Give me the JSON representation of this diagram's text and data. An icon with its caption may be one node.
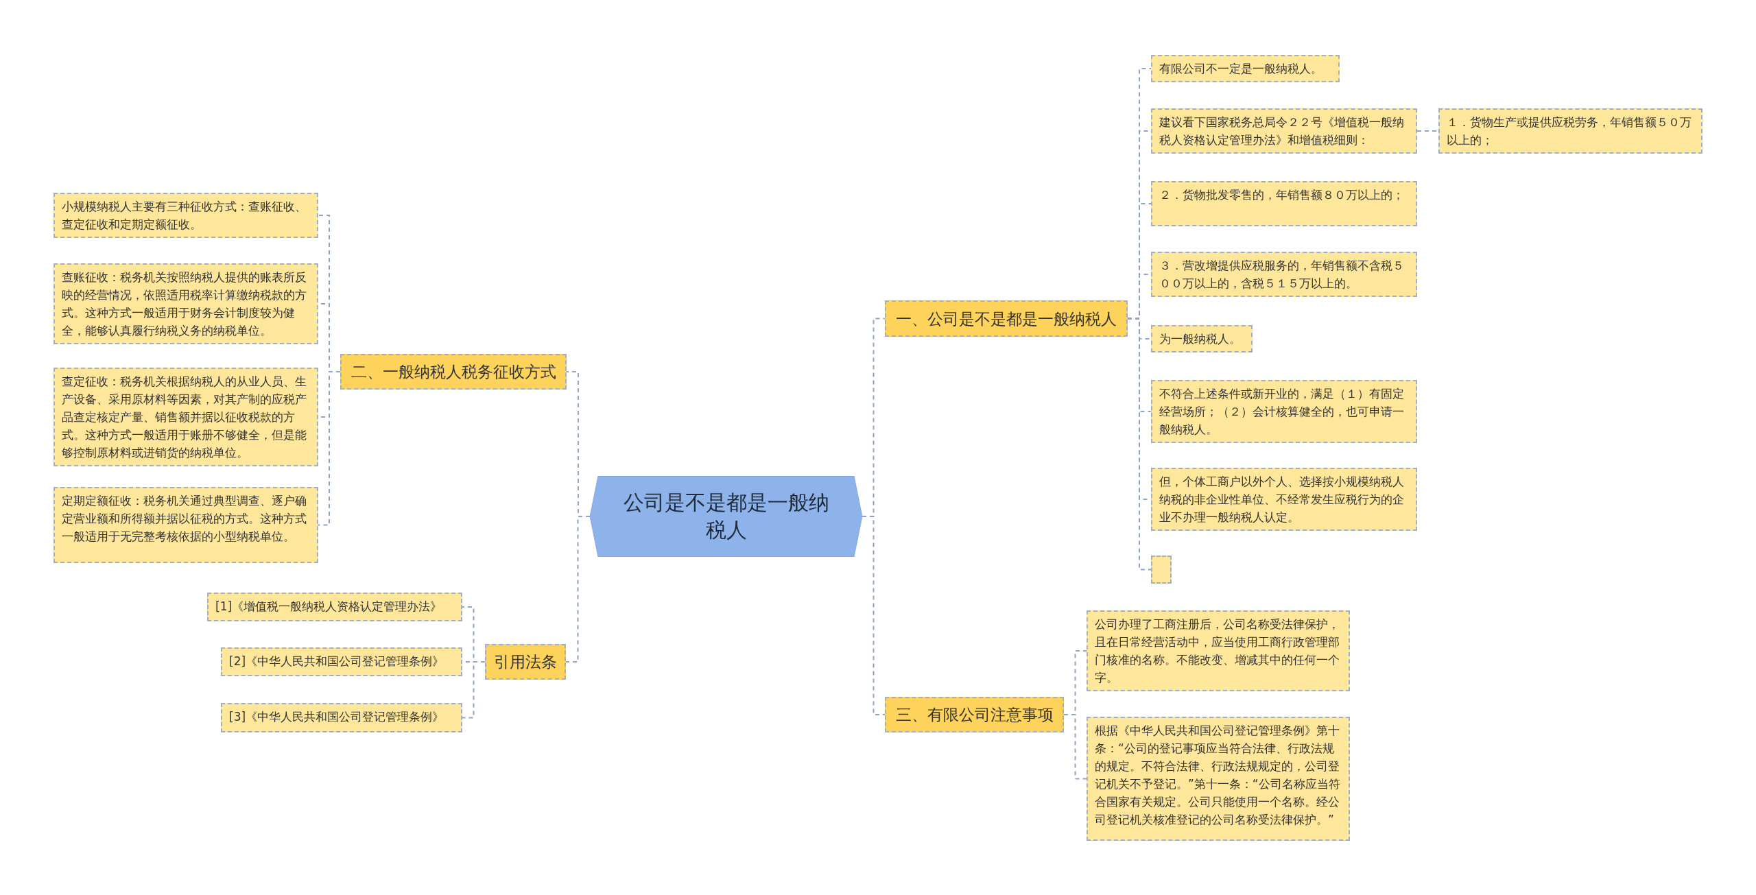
{
  "diagram": {
    "nodes": [
      {
        "text": [
          "公司是不是都是一般纳税人"
        ]
      },
      {
        "text": [
          "一、公司是不是都是一般纳税人"
        ]
      },
      {
        "text": [
          "有限公司不一定是一般纳税人。"
        ]
      },
      {
        "text": [
          "建议看下国家税务总局令２２号《增值税一般纳税人资格认定管理办法》和增值税细则："
        ]
      },
      {
        "text": [
          "１．货物生产或提供应税劳务，年销售额５０万以上的；"
        ]
      },
      {
        "text": [
          "２．货物批发零售的，年销售额８０万以上的；"
        ]
      },
      {
        "text": [
          "３．营改增提供应税服务的，年销售额不含税５００万以上的，含税５１５万以上的。"
        ]
      },
      {
        "text": [
          "为一般纳税人。"
        ]
      },
      {
        "text": [
          "不符合上述条件或新开业的，满足（１）有固定经营场所；（２）会计核算健全的，也可申请一般纳税人。"
        ]
      },
      {
        "text": [
          "但，个体工商户以外个人、选择按小规模纳税人纳税的非企业性单位、不经常发生应税行为的企业不办理一般纳税人认定。"
        ]
      },
      {
        "text": [],
        "shape": "box"
      },
      {
        "text": [
          "三、有限公司注意事项"
        ]
      },
      {
        "text": [
          "公司办理了工商注册后，公司名称受法律保护，且在日常经营活动中，应当使用工商行政管理部门核准的名称。不能改变、增减其中的任何一个字。"
        ]
      },
      {
        "text": [
          "根据《中华人民共和国公司登记管理条例》第十条：“公司的登记事项应当符合法律、行政法规的规定。不符合法律、行政法规规定的，公司登记机关不予登记。”第十一条：“公司名称应当符合国家有关规定。公司只能使用一个名称。经公司登记机关核准登记的公司名称受法律保护。”"
        ]
      },
      {
        "text": [
          "二、一般纳税人税务征收方式"
        ]
      },
      {
        "text": [
          "小规模纳税人主要有三种征收方式：查账征收、查定征收和定期定额征收。"
        ]
      },
      {
        "text": [
          "查账征收：税务机关按照纳税人提供的账表所反映的经营情况，依照适用税率计算缴纳税款的方式。这种方式一般适用于财务会计制度较为健全，能够认真履行纳税义务的纳税单位。"
        ]
      },
      {
        "text": [
          "查定征收：税务机关根据纳税人的从业人员、生产设备、采用原材料等因素，对其产制的应税产品查定核定产量、销售额并据以征收税款的方式。这种方式一般适用于账册不够健全，但是能够控制原材料或进销货的纳税单位。"
        ]
      },
      {
        "text": [
          "定期定额征收：税务机关通过典型调查、逐户确定营业额和所得额并据以征税的方式。这种方式一般适用于无完整考核依据的小型纳税单位。"
        ]
      },
      {
        "text": [
          "引用法条"
        ]
      },
      {
        "text": [
          "[1]《增值税一般纳税人资格认定管理办法》"
        ]
      },
      {
        "text": [
          "[2]《中华人民共和国公司登记管理条例》"
        ]
      },
      {
        "text": [
          "[3]《中华人民共和国公司登记管理条例》"
        ]
      }
    ],
    "edges": [
      {
        "from": 0,
        "to": 1,
        "arrow": "none"
      },
      {
        "from": 1,
        "to": 2,
        "arrow": "none"
      },
      {
        "from": 1,
        "to": 3,
        "arrow": "none"
      },
      {
        "from": 3,
        "to": 4,
        "arrow": "none"
      },
      {
        "from": 1,
        "to": 5,
        "arrow": "none"
      },
      {
        "from": 1,
        "to": 6,
        "arrow": "none"
      },
      {
        "from": 1,
        "to": 7,
        "arrow": "none"
      },
      {
        "from": 1,
        "to": 8,
        "arrow": "none"
      },
      {
        "from": 1,
        "to": 9,
        "arrow": "none"
      },
      {
        "from": 1,
        "to": 10,
        "arrow": "none"
      },
      {
        "from": 0,
        "to": 11,
        "arrow": "none"
      },
      {
        "from": 11,
        "to": 12,
        "arrow": "none"
      },
      {
        "from": 11,
        "to": 13,
        "arrow": "none"
      },
      {
        "from": 0,
        "to": 14,
        "arrow": "none"
      },
      {
        "from": 14,
        "to": 15,
        "arrow": "none"
      },
      {
        "from": 14,
        "to": 16,
        "arrow": "none"
      },
      {
        "from": 14,
        "to": 17,
        "arrow": "none"
      },
      {
        "from": 14,
        "to": 18,
        "arrow": "none"
      },
      {
        "from": 0,
        "to": 19,
        "arrow": "none"
      },
      {
        "from": 19,
        "to": 20,
        "arrow": "none"
      },
      {
        "from": 19,
        "to": 21,
        "arrow": "none"
      },
      {
        "from": 19,
        "to": 22,
        "arrow": "none"
      }
    ]
  }
}
